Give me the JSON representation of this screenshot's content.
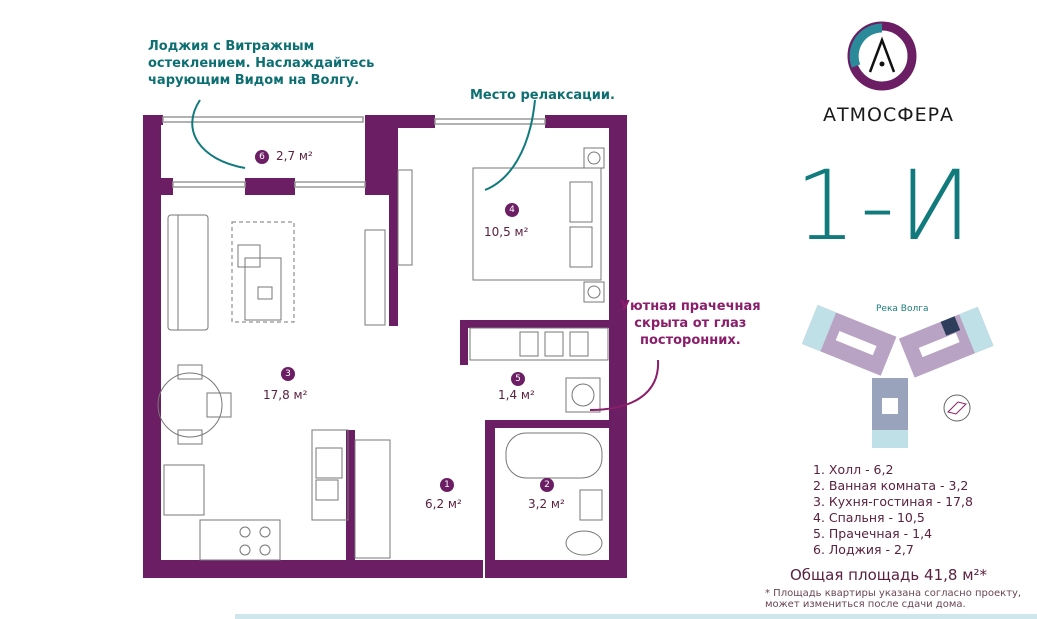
{
  "brand": {
    "name": "АТМОСФЕРА",
    "logo_letter": "A"
  },
  "apartment_type": "1-И",
  "notes": {
    "loggia": [
      "Лоджия с Витражным",
      "остеклением. Наслаждайтесь",
      "чарующим Видом на Волгу."
    ],
    "bedroom": "Место релаксации.",
    "laundry": [
      "Уютная прачечная",
      "скрыта от глаз",
      "посторонних."
    ]
  },
  "rooms": [
    {
      "num": "1",
      "area": "6,2 м²"
    },
    {
      "num": "2",
      "area": "3,2 м²"
    },
    {
      "num": "3",
      "area": "17,8 м²"
    },
    {
      "num": "4",
      "area": "10,5 м²"
    },
    {
      "num": "5",
      "area": "1,4 м²"
    },
    {
      "num": "6",
      "area": "2,7 м²"
    }
  ],
  "site_plan": {
    "river_label": "Река Волга"
  },
  "legend": [
    "1. Холл - 6,2",
    "2. Ванная комната - 3,2",
    "3. Кухня-гостиная - 17,8",
    "4. Спальня - 10,5",
    "5. Прачечная - 1,4",
    "6. Лоджия - 2,7"
  ],
  "total_area": "Общая площадь 41,8 м²*",
  "footnote": [
    "* Площадь квартиры указана согласно проекту,",
    "может измениться после сдачи дома."
  ],
  "colors": {
    "wall": "#6b1e63",
    "accent_teal": "#117a7d",
    "text": "#5a2140"
  }
}
